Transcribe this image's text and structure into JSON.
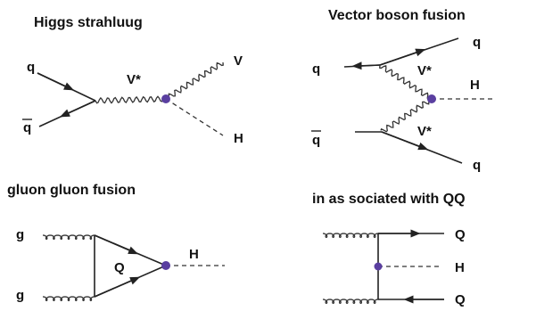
{
  "panels": {
    "higgs_strahlung": {
      "title": "Higgs strahluug",
      "labels": {
        "q": "q",
        "qbar": "q",
        "vstar": "V*",
        "v": "V",
        "h": "H"
      }
    },
    "vector_boson_fusion": {
      "title": "Vector boson fusion",
      "labels": {
        "q_in": "q",
        "qbar_in": "q",
        "q_out_top": "q",
        "q_out_bottom": "q",
        "vstar_top": "V*",
        "vstar_bottom": "V*",
        "h": "H"
      }
    },
    "gluon_gluon_fusion": {
      "title": "gluon gluon fusion",
      "labels": {
        "g_top": "g",
        "g_bottom": "g",
        "loop_quark": "Q",
        "h": "H"
      }
    },
    "associated_qq": {
      "title": "in as sociated with QQ",
      "labels": {
        "q_top": "Q",
        "h": "H",
        "q_bottom": "Q"
      }
    }
  },
  "colors": {
    "vertex": "#5a3fa0",
    "line": "#222222"
  }
}
